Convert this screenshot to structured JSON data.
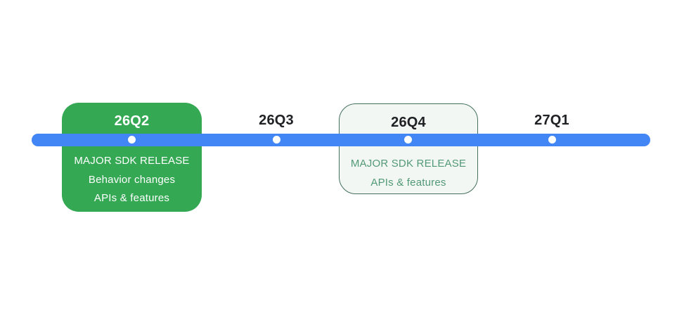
{
  "timeline": {
    "description": "SDK release roadmap timeline",
    "milestones": [
      {
        "label": "26Q2",
        "style": "filled-green-card",
        "details": [
          "MAJOR SDK RELEASE",
          "Behavior changes",
          "APIs & features"
        ]
      },
      {
        "label": "26Q3",
        "style": "point-only",
        "details": []
      },
      {
        "label": "26Q4",
        "style": "outlined-card",
        "details": [
          "MAJOR SDK RELEASE",
          "APIs & features"
        ]
      },
      {
        "label": "27Q1",
        "style": "point-only",
        "details": []
      }
    ]
  },
  "colors": {
    "timeline_bar": "#4285F4",
    "dot": "#FFFFFF",
    "filled_card_bg": "#34A853",
    "filled_card_text": "#FFFFFF",
    "outlined_card_bg": "#F2F7F3",
    "outlined_card_border": "#44705C",
    "outlined_card_text": "#529977",
    "label_text": "#202124",
    "page_bg": "#FFFFFF"
  }
}
